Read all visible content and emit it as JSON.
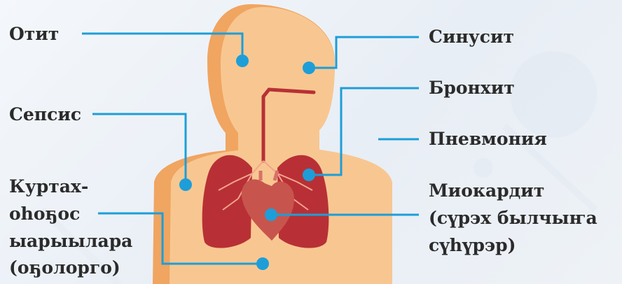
{
  "labels": {
    "otitis": "Отит",
    "sepsis": "Сепсис",
    "child_l1": "Куртах-",
    "child_l2": "оһоҕос",
    "child_l3": "ыарыылара",
    "child_l4": "(оҕолорго)",
    "sinusitis": "Синусит",
    "bronchitis": "Бронхит",
    "pneumonia": "Пневмония",
    "myo_l1": "Миокардит",
    "myo_l2": "(сүрэх былчыҥа",
    "myo_l3": "сүһүрэр)"
  },
  "colors": {
    "skin": "#f8c791",
    "skin_shadow": "#f0a561",
    "lungs": "#b83035",
    "airway": "#b83035",
    "heart": "#c8554d",
    "pointer": "#1d9ed8",
    "text": "#2b2b2b"
  }
}
